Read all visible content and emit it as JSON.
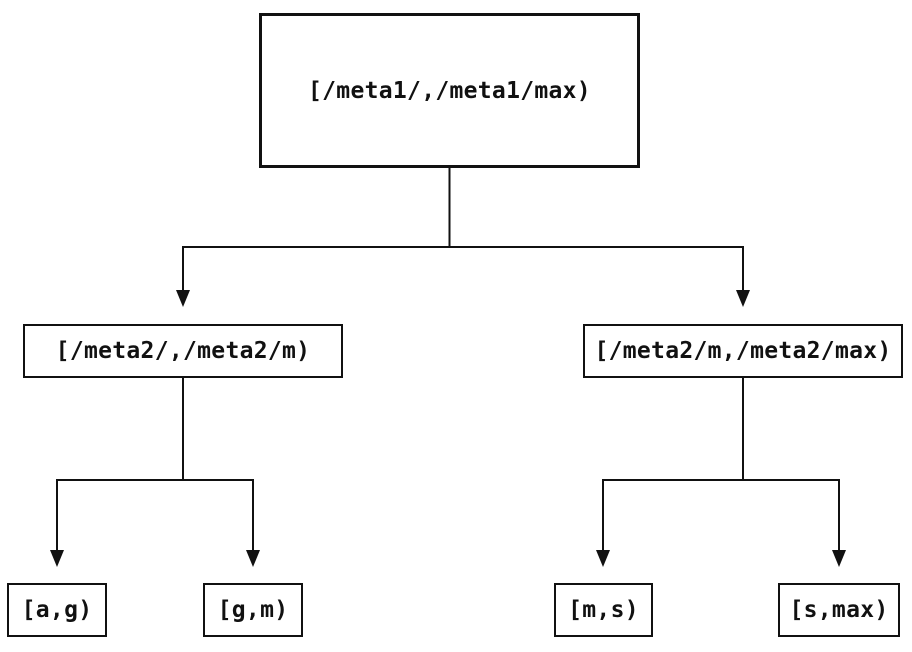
{
  "diagram": {
    "type": "tree",
    "colors": {
      "background": "#ffffff",
      "line": "#111111",
      "text": "#111111"
    },
    "nodes": [
      {
        "id": "root",
        "label": "[/meta1/,/meta1/max)"
      },
      {
        "id": "meta2-left",
        "label": "[/meta2/,/meta2/m)"
      },
      {
        "id": "meta2-right",
        "label": "[/meta2/m,/meta2/max)"
      },
      {
        "id": "leaf-ag",
        "label": "[a,g)"
      },
      {
        "id": "leaf-gm",
        "label": "[g,m)"
      },
      {
        "id": "leaf-ms",
        "label": "[m,s)"
      },
      {
        "id": "leaf-smax",
        "label": "[s,max)"
      }
    ],
    "edges": [
      {
        "from": "[/meta1/,/meta1/max)",
        "to": "[/meta2/,/meta2/m)"
      },
      {
        "from": "[/meta1/,/meta1/max)",
        "to": "[/meta2/m,/meta2/max)"
      },
      {
        "from": "[/meta2/,/meta2/m)",
        "to": "[a,g)"
      },
      {
        "from": "[/meta2/,/meta2/m)",
        "to": "[g,m)"
      },
      {
        "from": "[/meta2/m,/meta2/max)",
        "to": "[m,s)"
      },
      {
        "from": "[/meta2/m,/meta2/max)",
        "to": "[s,max)"
      }
    ]
  }
}
